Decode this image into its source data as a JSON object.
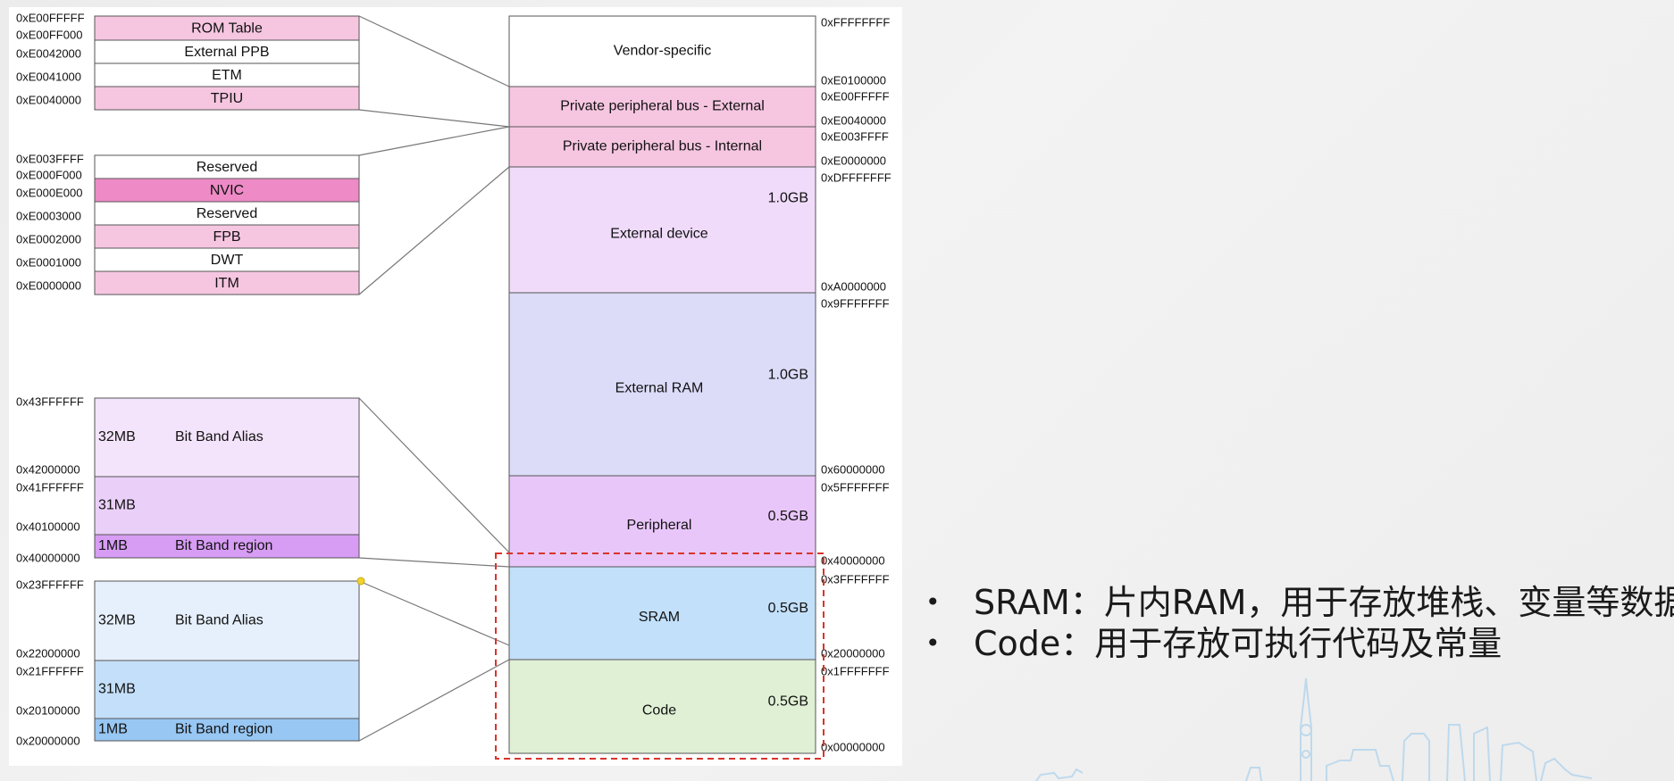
{
  "memory_map": [
    {
      "label": "Vendor-specific",
      "color": "#ffffff",
      "top_addr": "0xFFFFFFFF",
      "bottom_addr": "0xE0100000"
    },
    {
      "label": "Private peripheral bus - External",
      "color": "#f6c6e1",
      "top_addr": "0xE00FFFFF",
      "bottom_addr": "0xE0040000"
    },
    {
      "label": "Private peripheral bus - Internal",
      "color": "#f6c6e1",
      "top_addr": "0xE003FFFF",
      "bottom_addr": "0xE0000000"
    },
    {
      "label": "External device",
      "size": "1.0GB",
      "color": "#f0dbfa",
      "top_addr": "0xDFFFFFFF",
      "bottom_addr": "0xA0000000"
    },
    {
      "label": "External RAM",
      "size": "1.0GB",
      "color": "#dcdcf9",
      "top_addr": "0x9FFFFFFF",
      "bottom_addr": "0x60000000"
    },
    {
      "label": "Peripheral",
      "size": "0.5GB",
      "color": "#e9c6f9",
      "top_addr": "0x5FFFFFFF",
      "bottom_addr": "0x40000000"
    },
    {
      "label": "SRAM",
      "size": "0.5GB",
      "color": "#c2e0f9",
      "top_addr": "0x3FFFFFFF",
      "bottom_addr": "0x20000000"
    },
    {
      "label": "Code",
      "size": "0.5GB",
      "color": "#dff0d5",
      "top_addr": "0x1FFFFFFF",
      "bottom_addr": "0x00000000"
    }
  ],
  "ppb_external": [
    {
      "label": "ROM Table",
      "color": "#f6c6e1",
      "addrs": [
        "0xE00FFFFF",
        "0xE00FF000"
      ]
    },
    {
      "label": "External PPB",
      "color": "#ffffff",
      "addrs": [
        "0xE0042000"
      ]
    },
    {
      "label": "ETM",
      "color": "#ffffff",
      "addrs": [
        "0xE0041000"
      ]
    },
    {
      "label": "TPIU",
      "color": "#f6c6e1",
      "addrs": [
        "0xE0040000"
      ]
    }
  ],
  "ppb_internal": [
    {
      "label": "Reserved",
      "color": "#ffffff",
      "addrs": [
        "0xE003FFFF",
        "0xE000F000"
      ]
    },
    {
      "label": "NVIC",
      "color": "#ee8ac6",
      "addrs": [
        "0xE000E000"
      ]
    },
    {
      "label": "Reserved",
      "color": "#ffffff",
      "addrs": [
        "0xE0003000"
      ]
    },
    {
      "label": "FPB",
      "color": "#f6c6e1",
      "addrs": [
        "0xE0002000"
      ]
    },
    {
      "label": "DWT",
      "color": "#ffffff",
      "addrs": [
        "0xE0001000"
      ]
    },
    {
      "label": "ITM",
      "color": "#f6c6e1",
      "addrs": [
        "0xE0000000"
      ]
    }
  ],
  "peripheral_bitband": {
    "alias": {
      "size": "32MB",
      "label": "Bit Band Alias",
      "color": "#f4e4fb",
      "addrs": [
        "0x43FFFFFF",
        "0x42000000"
      ]
    },
    "gap": {
      "size": "31MB",
      "color": "#ead0f9",
      "addrs": [
        "0x41FFFFFF",
        "0x40100000"
      ]
    },
    "region": {
      "size": "1MB",
      "label": "Bit Band region",
      "color": "#d79cf4",
      "addrs": [
        "0x40000000"
      ]
    }
  },
  "sram_bitband": {
    "alias": {
      "size": "32MB",
      "label": "Bit Band Alias",
      "color": "#e6f0fc",
      "addrs": [
        "0x23FFFFFF",
        "0x22000000"
      ]
    },
    "gap": {
      "size": "31MB",
      "color": "#c4dff9",
      "addrs": [
        "0x21FFFFFF",
        "0x20100000"
      ]
    },
    "region": {
      "size": "1MB",
      "label": "Bit Band region",
      "color": "#98c7f3",
      "addrs": [
        "0x20000000"
      ]
    }
  },
  "bullets": [
    "SRAM：片内RAM，用于存放堆栈、变量等数据",
    "Code：用于存放可执行代码及常量"
  ],
  "highlight_color": "#d9342b",
  "connector_color": "#777777"
}
